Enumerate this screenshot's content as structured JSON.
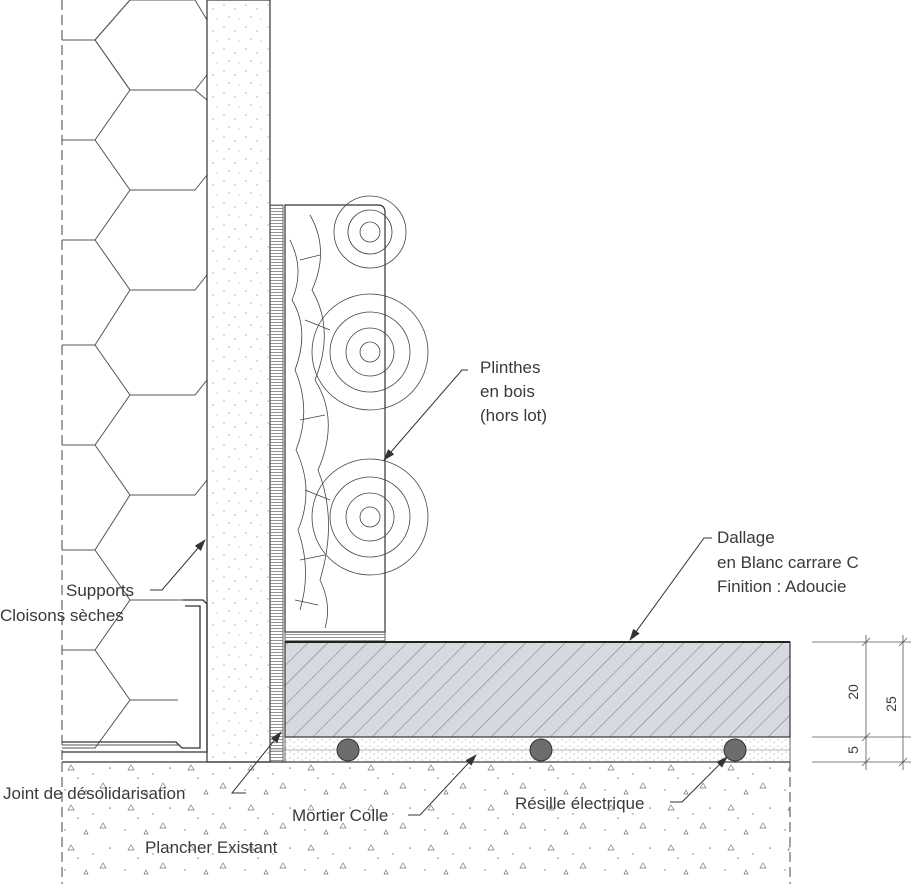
{
  "labels": {
    "plinthes": [
      "Plinthes",
      "en bois",
      "(hors lot)"
    ],
    "dallage": [
      "Dallage",
      "en Blanc carrare C",
      "Finition : Adoucie"
    ],
    "supports": [
      "Supports",
      "Cloisons sèches"
    ],
    "joint": "Joint de désolidarisation",
    "mortier": "Mortier Colle",
    "resille": "Résille électrique",
    "plancher": "Plancher Existant"
  },
  "dimensions": {
    "tile": "20",
    "total": "25",
    "bed": "5"
  },
  "colors": {
    "tile_fill": "#d6dae0",
    "line": "#333333",
    "cable": "#6d6d6d"
  }
}
